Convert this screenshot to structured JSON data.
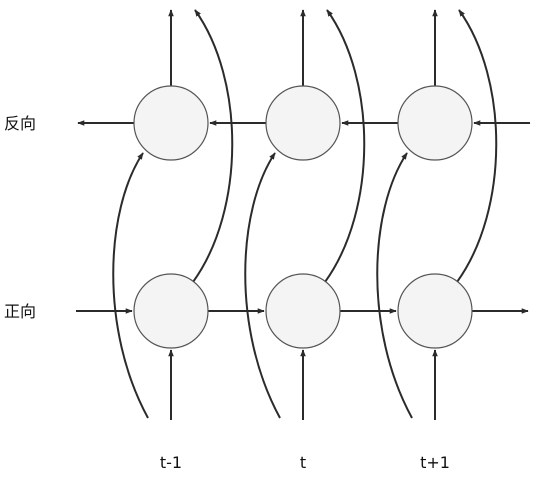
{
  "rows": {
    "backward": "反向",
    "forward": "正向"
  },
  "time_steps": [
    "t-1",
    "t",
    "t+1"
  ],
  "colors": {
    "stroke": "#2b2b2b",
    "node_fill": "#f4f4f4",
    "text": "#111111"
  }
}
